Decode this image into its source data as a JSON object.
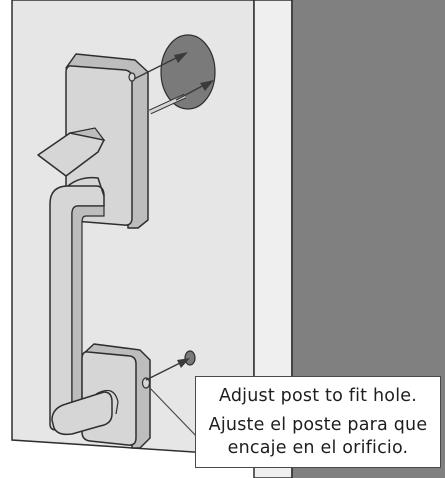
{
  "callout": {
    "text_en": "Adjust post to fit hole.",
    "text_es_line1": "Ajuste el poste para que",
    "text_es_line2": "encaje en el orificio."
  },
  "colors": {
    "door_face": "#e6e6e6",
    "door_edge": "#efefef",
    "frame_dark": "#808080",
    "hardware": "#d6d6d6",
    "hole": "#7a7a7a",
    "arrow": "#3a3a3a",
    "outline": "#2e2e2e"
  },
  "icons": [
    "alignment-arrow-icon",
    "mounting-hole-icon",
    "screw-post-icon"
  ]
}
